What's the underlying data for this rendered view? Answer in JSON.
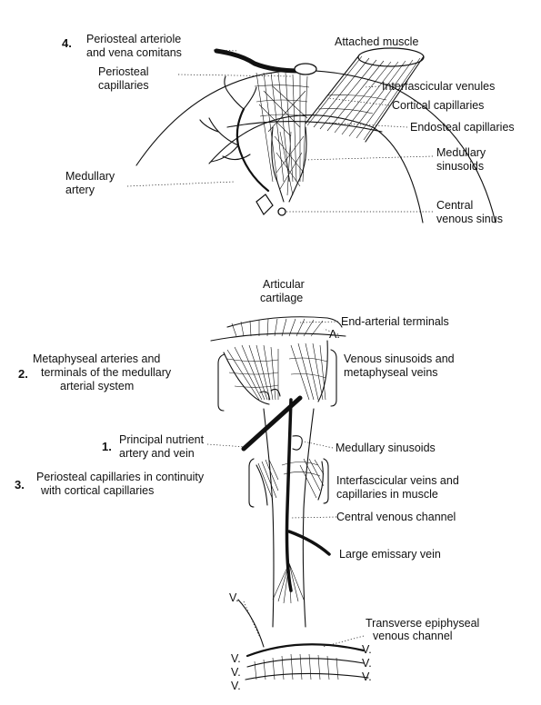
{
  "top_diagram": {
    "number": "4.",
    "labels": {
      "periosteal_arteriole_1": "Periosteal arteriole",
      "periosteal_arteriole_2": "and vena comitans",
      "periosteal_capillaries_1": "Periosteal",
      "periosteal_capillaries_2": "capillaries",
      "attached_muscle": "Attached muscle",
      "interfascicular_venules": "Interfascicular venules",
      "cortical_capillaries": "Cortical capillaries",
      "endosteal_capillaries": "Endosteal capillaries",
      "medullary_sinusoids_1": "Medullary",
      "medullary_sinusoids_2": "sinusoids",
      "medullary_artery_1": "Medullary",
      "medullary_artery_2": "artery",
      "central_venous_sinus_1": "Central",
      "central_venous_sinus_2": "venous sinus"
    }
  },
  "bottom_diagram": {
    "labels": {
      "articular_cartilage_1": "Articular",
      "articular_cartilage_2": "cartilage",
      "end_arterial_terminals": "End-arterial terminals",
      "a_marker": "A.",
      "metaphyseal_num": "2.",
      "metaphyseal_1": "Metaphyseal arteries and",
      "metaphyseal_2": "terminals of the medullary",
      "metaphyseal_3": "arterial system",
      "venous_sinusoids_1": "Venous sinusoids and",
      "venous_sinusoids_2": "metaphyseal veins",
      "nutrient_num": "1.",
      "nutrient_1": "Principal nutrient",
      "nutrient_2": "artery and vein",
      "medullary_sinusoids": "Medullary sinusoids",
      "periosteal_num": "3.",
      "periosteal_1": "Periosteal capillaries in continuity",
      "periosteal_2": "with cortical capillaries",
      "interfascicular_1": "Interfascicular veins and",
      "interfascicular_2": "capillaries in muscle",
      "central_venous_channel": "Central venous channel",
      "large_emissary_vein": "Large emissary vein",
      "v_marker_top": "V.",
      "transverse_1": "Transverse epiphyseal",
      "transverse_2": "venous channel",
      "v_left_1": "V.",
      "v_left_2": "V.",
      "v_left_3": "V.",
      "v_right_1": "V.",
      "v_right_2": "V.",
      "v_right_3": "V."
    }
  }
}
